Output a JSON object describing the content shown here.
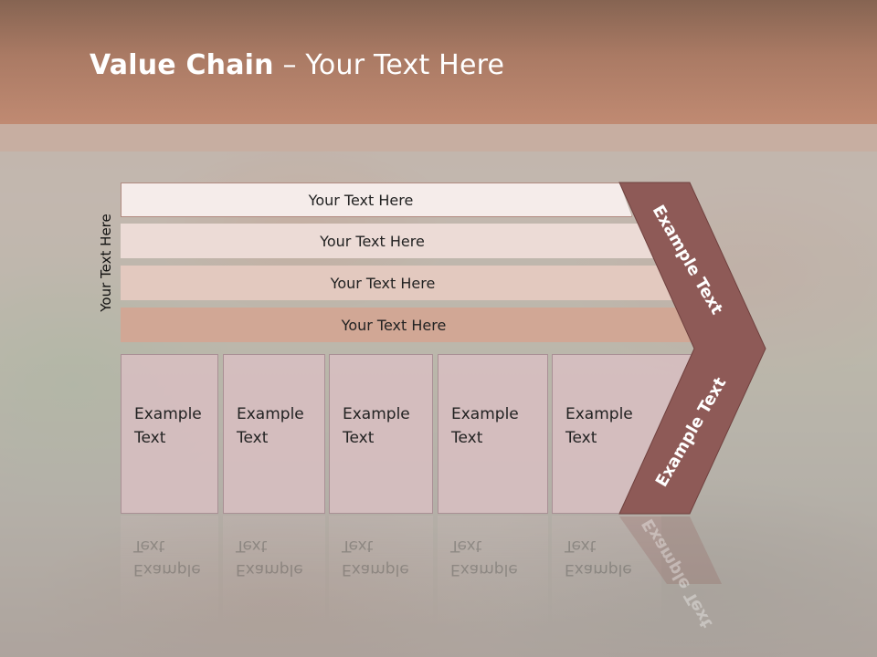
{
  "slide": {
    "title_bold": "Value Chain",
    "title_rest": " – Your Text Here",
    "side_label": "Your Text Here",
    "bands": [
      {
        "label": "Your Text Here"
      },
      {
        "label": "Your Text Here"
      },
      {
        "label": "Your Text Here"
      },
      {
        "label": "Your Text Here"
      }
    ],
    "boxes": [
      {
        "line1": "Example",
        "line2": "Text"
      },
      {
        "line1": "Example",
        "line2": "Text"
      },
      {
        "line1": "Example",
        "line2": "Text"
      },
      {
        "line1": "Example",
        "line2": "Text"
      },
      {
        "line1": "Example",
        "line2": "Text"
      }
    ],
    "chevron_upper": "Example Text",
    "chevron_lower": "Example Text"
  },
  "colors": {
    "header": "#aa7a64",
    "chevron": "#8e5a57",
    "band_dark": "#d1a795",
    "box": "#d6bec0"
  }
}
